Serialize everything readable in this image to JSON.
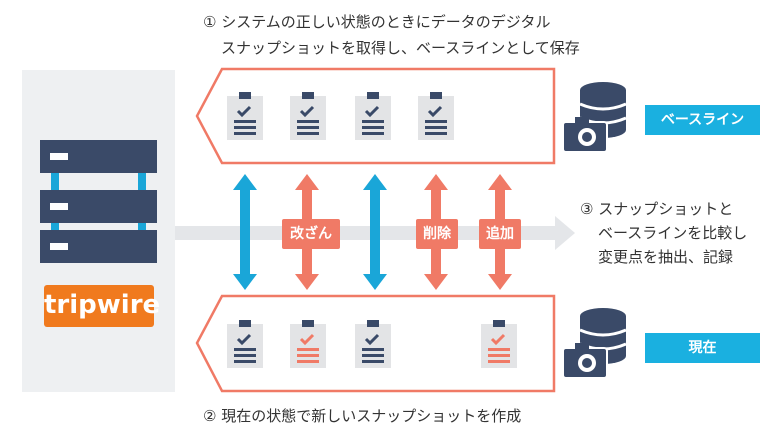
{
  "captions": {
    "step1_line1": "① システムの正しい状態のときにデータのデジタル",
    "step1_line2": "スナップショットを取得し、ベースラインとして保存",
    "step2": "② 現在の状態で新しいスナップショットを作成",
    "step3_line1": "③ スナップショットと",
    "step3_line2": "ベースラインを比較し",
    "step3_line3": "変更点を抽出、記録"
  },
  "logo": {
    "text": "tripwire"
  },
  "tags": {
    "baseline": "ベースライン",
    "current": "現在"
  },
  "changes": {
    "modified": "改ざん",
    "deleted": "削除",
    "added": "追加"
  },
  "colors": {
    "accent_orange": "#f07a66",
    "accent_blue": "#1ab0e0",
    "navy": "#3a4a68",
    "tripwire_orange": "#f07a1e"
  }
}
